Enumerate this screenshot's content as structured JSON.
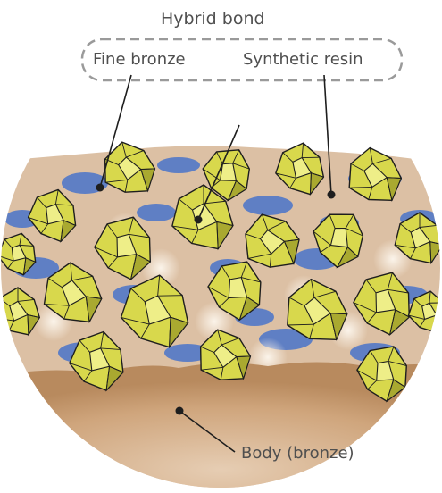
{
  "labels": {
    "hybrid_bond": "Hybrid bond",
    "fine_bronze": "Fine bronze",
    "synthetic_resin": "Synthetic resin",
    "body": "Body (bronze)"
  },
  "colors": {
    "bronze_body": "#c69c74",
    "bronze_fill": "#dcc0a4",
    "resin": "#5f7fc4",
    "diamond": "#d8d84c",
    "diamond_light": "#eeee88",
    "diamond_dark": "#a9a930",
    "outline": "#1e1e1e",
    "text": "#4f4f4f",
    "bracket": "#9a9a9a"
  }
}
